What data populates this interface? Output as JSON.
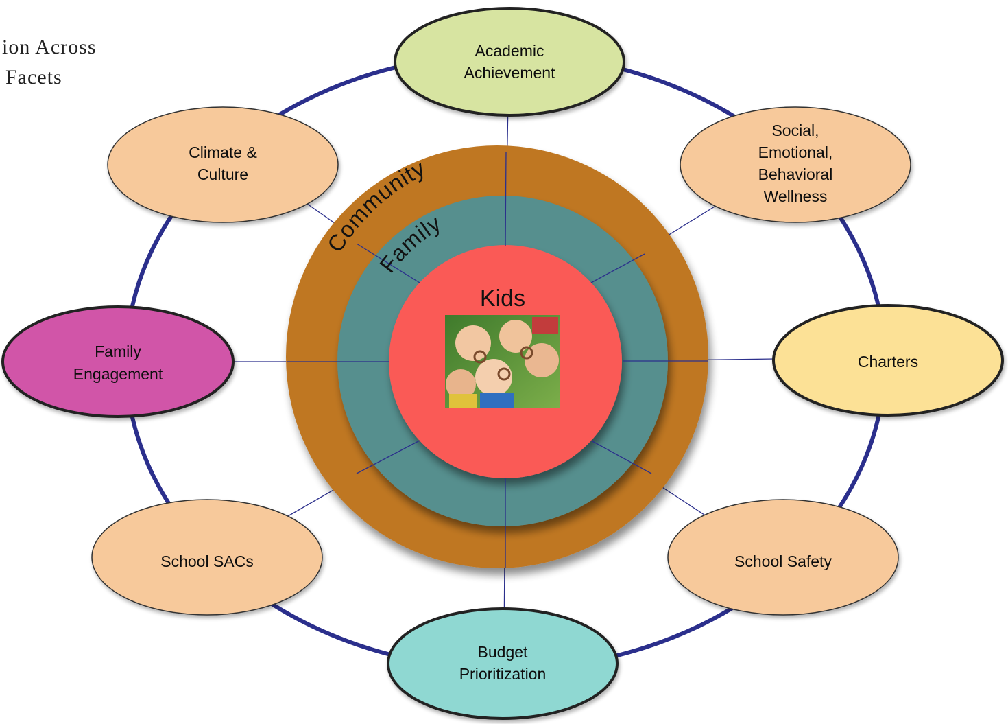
{
  "title": {
    "line1": "ion Across",
    "line2": "Facets"
  },
  "center": {
    "label": "Kids",
    "photo_icon": "children-photo"
  },
  "rings": {
    "outer_label": "Community",
    "middle_label": "Family"
  },
  "nodes": {
    "academic": {
      "lines": [
        "Academic",
        "Achievement"
      ],
      "fill": "#D7E4A1"
    },
    "social": {
      "lines": [
        "Social,",
        "Emotional,",
        "Behavioral",
        "Wellness"
      ],
      "fill": "#F7C99B"
    },
    "charters": {
      "lines": [
        "Charters"
      ],
      "fill": "#FCE196"
    },
    "safety": {
      "lines": [
        "School Safety"
      ],
      "fill": "#F7C99B"
    },
    "budget": {
      "lines": [
        "Budget",
        "Prioritization"
      ],
      "fill": "#8FD8D2"
    },
    "sacs": {
      "lines": [
        "School SACs"
      ],
      "fill": "#F7C99B"
    },
    "family_engagement": {
      "lines": [
        "Family",
        "Engagement"
      ],
      "fill": "#D155A8"
    },
    "climate": {
      "lines": [
        "Climate &",
        "Culture"
      ],
      "fill": "#F7C99B"
    }
  },
  "colors": {
    "outer_ring": "#BF7721",
    "middle_ring": "#568F8E",
    "inner_circle": "#FA5A57",
    "orbit": "#2B2F8C"
  }
}
